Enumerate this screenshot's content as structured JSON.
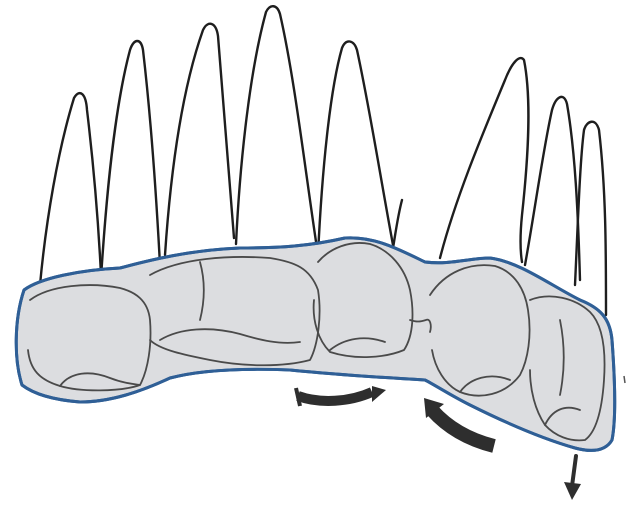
{
  "colors": {
    "background": "#ffffff",
    "tooth_outline": "#1e1e1e",
    "crown_fill": "#dcdde0",
    "crown_detail": "#4a4a4a",
    "tray_outline": "#2f5f96",
    "arrow": "#2e2e2e"
  },
  "illustration": {
    "subject": "teeth-with-aligner-tray",
    "tooth_count": 8,
    "arrows": [
      {
        "name": "arrow-rotate-right",
        "direction": "clockwise-up"
      },
      {
        "name": "arrow-rotate-left",
        "direction": "counterclockwise-up"
      },
      {
        "name": "arrow-down",
        "direction": "down"
      }
    ]
  }
}
